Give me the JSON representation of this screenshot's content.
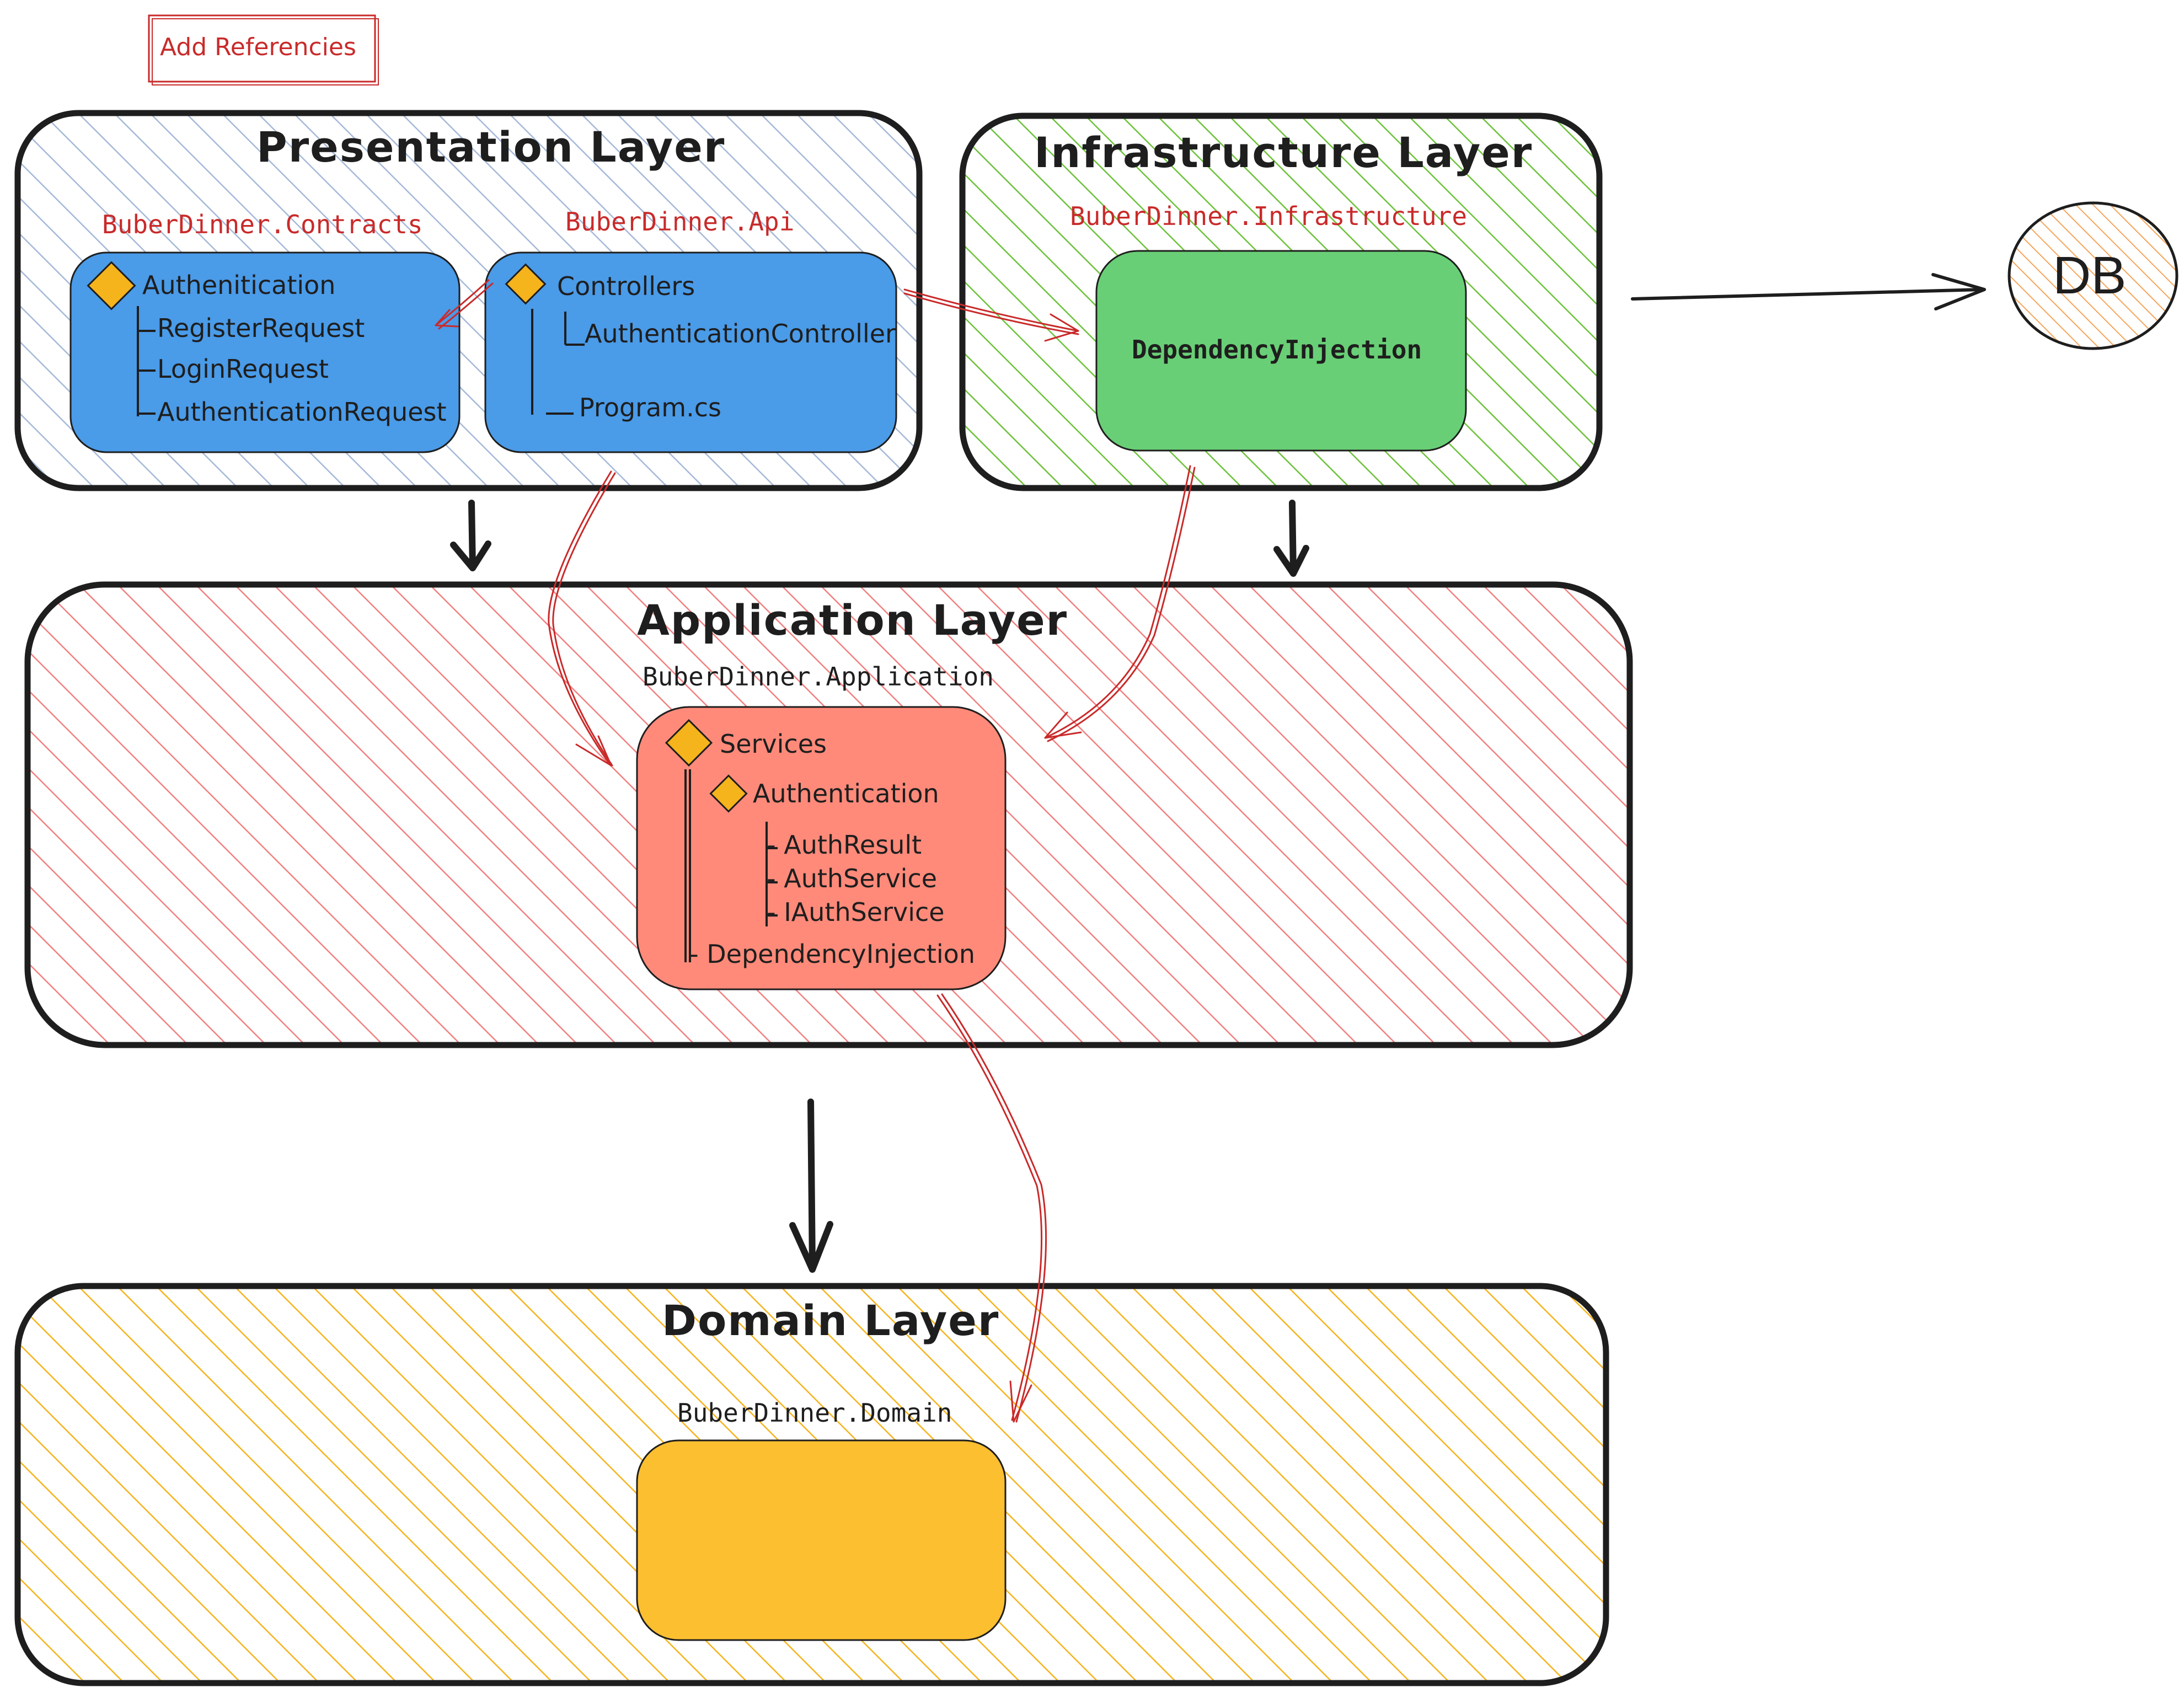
{
  "note": {
    "label": "Add Referencies"
  },
  "layers": {
    "presentation": {
      "title": "Presentation Layer",
      "projects": {
        "contracts": {
          "name": "BuberDinner.Contracts",
          "folder": "Authenitication",
          "items": [
            "RegisterRequest",
            "LoginRequest",
            "AuthenticationRequest"
          ]
        },
        "api": {
          "name": "BuberDinner.Api",
          "folder": "Controllers",
          "items": [
            "AuthenticationController",
            "Program.cs"
          ]
        }
      }
    },
    "infrastructure": {
      "title": "Infrastructure Layer",
      "project": {
        "name": "BuberDinner.Infrastructure",
        "item": "DependencyInjection"
      }
    },
    "application": {
      "title": "Application Layer",
      "project": {
        "name": "BuberDinner.Application",
        "folder": "Services",
        "subfolder": "Authentication",
        "items": [
          "- AuthResult",
          "- AuthService",
          "- IAuthService"
        ],
        "item_di": "- DependencyInjection"
      }
    },
    "domain": {
      "title": "Domain Layer",
      "project": {
        "name": "BuberDinner.Domain"
      }
    }
  },
  "db": {
    "label": "DB"
  },
  "colors": {
    "presentation_hatch": "#a5b9d8",
    "contracts_fill": "#4a9be8",
    "infrastructure_hatch": "#6cc23a",
    "infrastructure_fill": "#69cf76",
    "application_hatch": "#f08080",
    "application_fill": "#ff8a7a",
    "domain_hatch": "#f5b31c",
    "domain_fill": "#fcbf30",
    "db_hatch": "#f5a55a",
    "diamond": "#f5b31c",
    "ref_arrow": "#c92a2a",
    "stroke": "#1e1e1e"
  }
}
